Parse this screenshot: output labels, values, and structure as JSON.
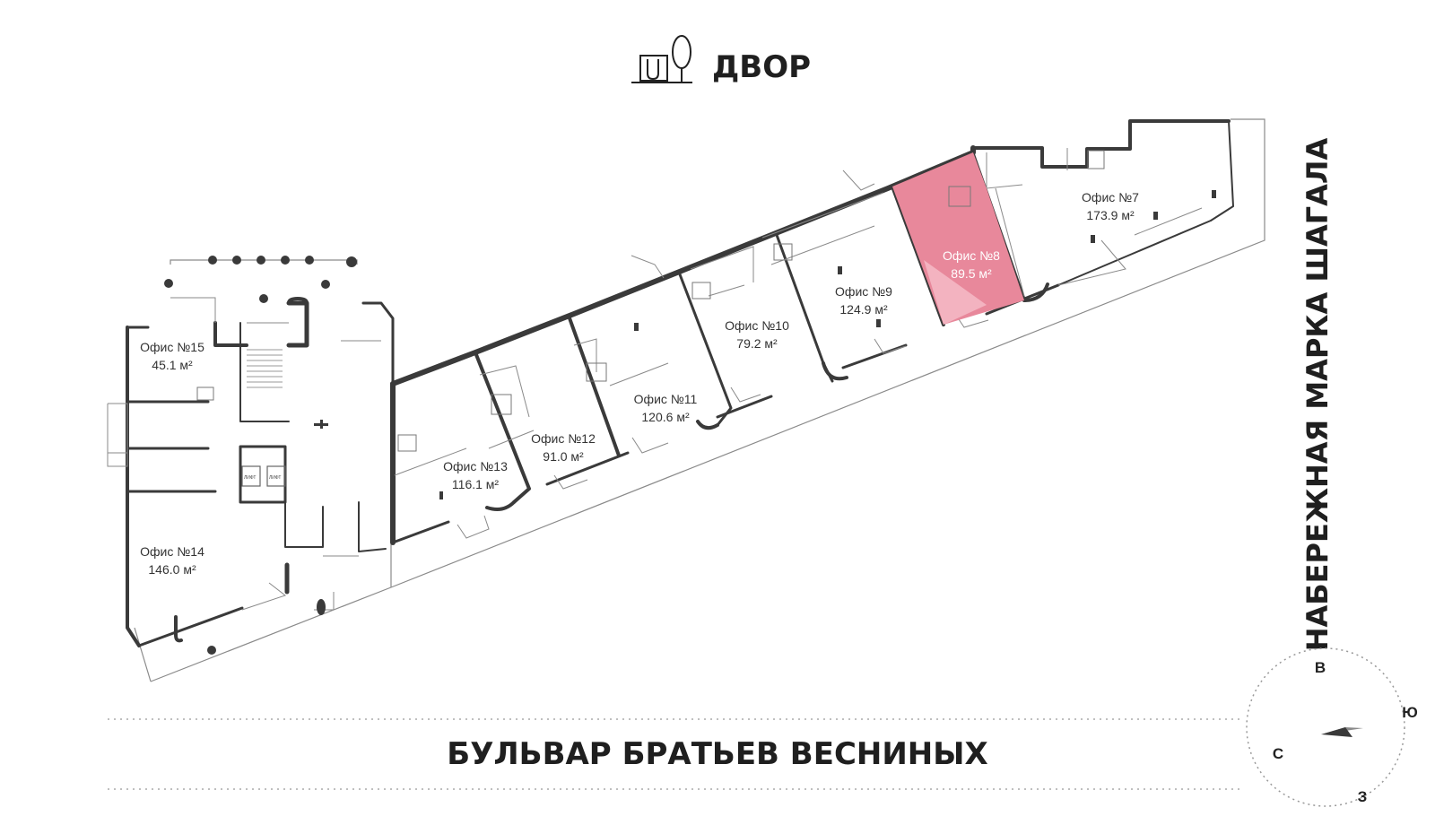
{
  "header": {
    "title": "ДВОР",
    "icon": "playground-tree-icon"
  },
  "streets": {
    "bottom": "БУЛЬВАР БРАТЬЕВ ВЕСНИНЫХ",
    "right": "НАБЕРЕЖНАЯ МАРКА ШАГАЛА"
  },
  "compass": {
    "n": "В",
    "e": "Ю",
    "s": "З",
    "w": "С"
  },
  "elevator_label": "ЛИФТ",
  "colors": {
    "selected": "#e8889b",
    "selected_light": "#f3b3c0",
    "walls": "#3c3c3c",
    "thin_lines": "#8a8a8a"
  },
  "offices": [
    {
      "id": "7",
      "name": "Офис №7",
      "area": "173.9 м²",
      "selected": false
    },
    {
      "id": "8",
      "name": "Офис №8",
      "area": "89.5 м²",
      "selected": true
    },
    {
      "id": "9",
      "name": "Офис №9",
      "area": "124.9 м²",
      "selected": false
    },
    {
      "id": "10",
      "name": "Офис №10",
      "area": "79.2 м²",
      "selected": false
    },
    {
      "id": "11",
      "name": "Офис №11",
      "area": "120.6 м²",
      "selected": false
    },
    {
      "id": "12",
      "name": "Офис №12",
      "area": "91.0 м²",
      "selected": false
    },
    {
      "id": "13",
      "name": "Офис №13",
      "area": "116.1 м²",
      "selected": false
    },
    {
      "id": "14",
      "name": "Офис №14",
      "area": "146.0 м²",
      "selected": false
    },
    {
      "id": "15",
      "name": "Офис №15",
      "area": "45.1 м²",
      "selected": false
    }
  ]
}
